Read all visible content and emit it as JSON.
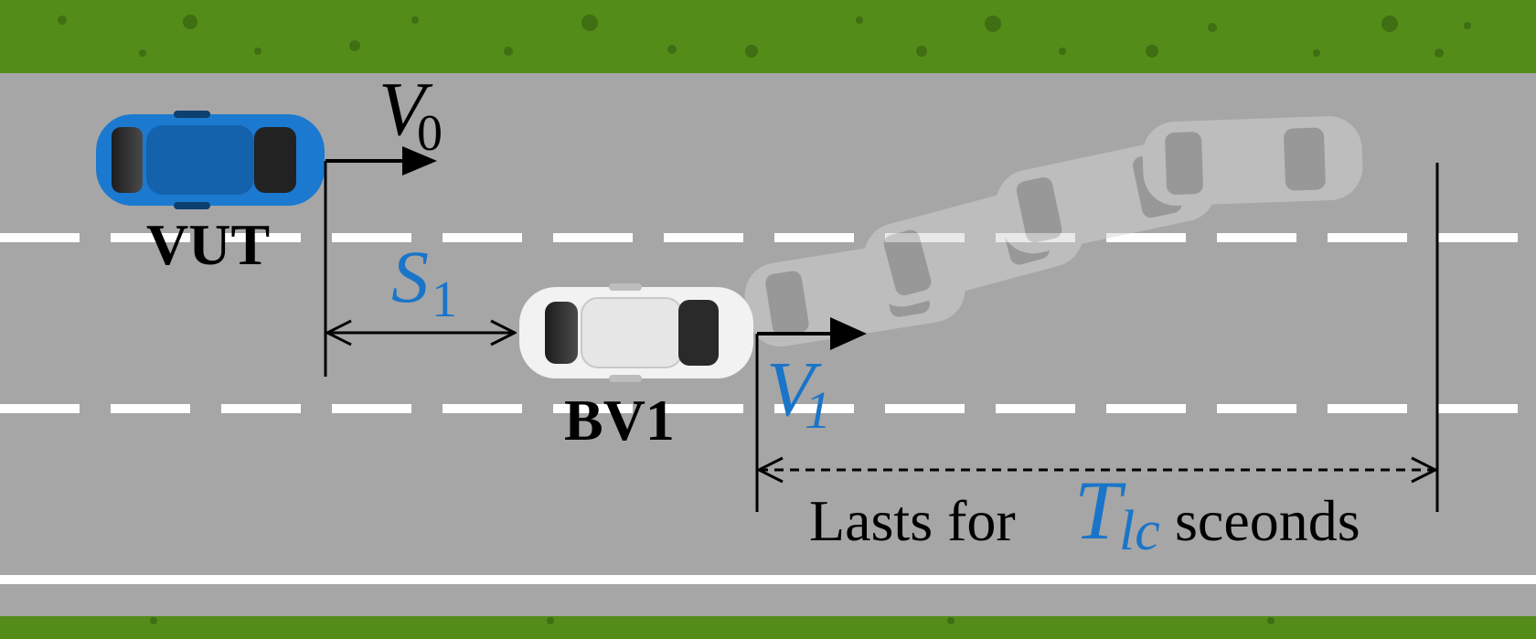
{
  "colors": {
    "grass": "#548c1a",
    "road": "#a6a6a6",
    "lane_marking": "#ffffff",
    "vut_body": "#1b7ad0",
    "bv_body": "#f2f2f2",
    "accent_blue": "#1a75c9",
    "annotation": "#000000"
  },
  "vehicles": {
    "vut": {
      "label": "VUT"
    },
    "bv1": {
      "label": "BV1"
    }
  },
  "symbols": {
    "v0": {
      "main": "V",
      "sub": "0"
    },
    "s1": {
      "main": "S",
      "sub": "1"
    },
    "v1": {
      "main": "V",
      "sub": "1"
    },
    "tlc": {
      "main": "T",
      "sub": "lc"
    }
  },
  "annotation": {
    "prefix": "Lasts for",
    "suffix": "sceonds"
  },
  "icons": {
    "vut": "car-top-view-icon",
    "bv1": "car-top-view-icon",
    "trail": "car-ghost-icon"
  }
}
